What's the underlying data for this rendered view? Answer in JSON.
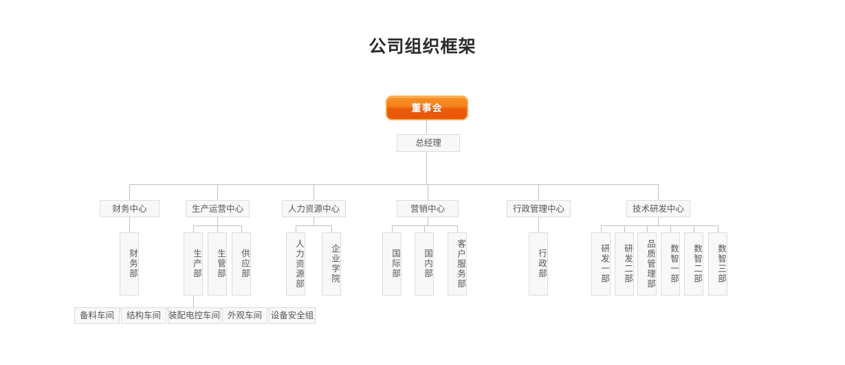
{
  "title": "公司组织框架",
  "colors": {
    "root_accent": "#ee6a0b",
    "root_border": "#f7a94a",
    "node_bg": "#f8f8f8",
    "node_border": "#dcdcdc",
    "line": "#bfbfbf",
    "text": "#555555",
    "title_text": "#2b2b2b"
  },
  "root": {
    "label": "董事会"
  },
  "general_manager": {
    "label": "总经理"
  },
  "centers": [
    {
      "label": "财务中心",
      "departments": [
        {
          "label": "财务部"
        }
      ]
    },
    {
      "label": "生产运营中心",
      "departments": [
        {
          "label": "生产部"
        },
        {
          "label": "生管部"
        },
        {
          "label": "供应部"
        }
      ]
    },
    {
      "label": "人力资源中心",
      "departments": [
        {
          "label": "人力资源部"
        },
        {
          "label": "企业学院"
        }
      ]
    },
    {
      "label": "营销中心",
      "departments": [
        {
          "label": "国际部"
        },
        {
          "label": "国内部"
        },
        {
          "label": "客户服务部"
        }
      ]
    },
    {
      "label": "行政管理中心",
      "departments": [
        {
          "label": "行政部"
        }
      ]
    },
    {
      "label": "技术研发中心",
      "departments": [
        {
          "label": "研发一部"
        },
        {
          "label": "研发二部"
        },
        {
          "label": "品质管理部"
        },
        {
          "label": "数智一部"
        },
        {
          "label": "数智二部"
        },
        {
          "label": "数智三部"
        }
      ]
    }
  ],
  "workshops": [
    {
      "label": "备料车间"
    },
    {
      "label": "结构车间"
    },
    {
      "label": "装配电控车间"
    },
    {
      "label": "外观车间"
    },
    {
      "label": "设备安全组"
    }
  ]
}
